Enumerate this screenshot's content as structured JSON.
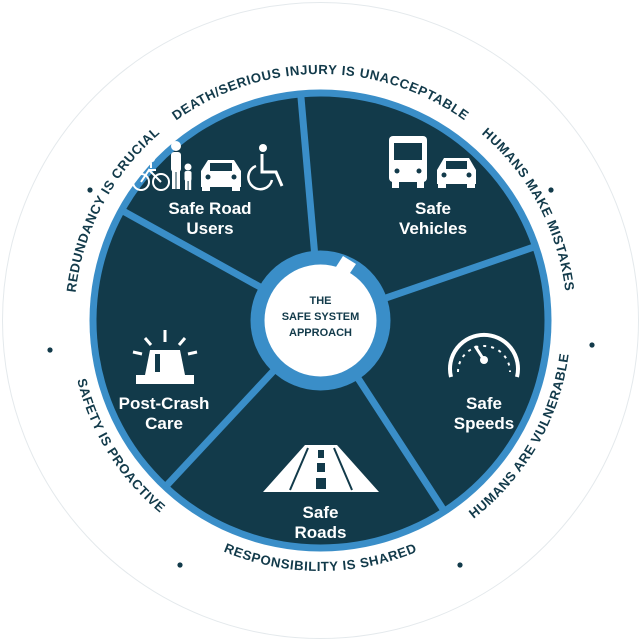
{
  "center": {
    "lines": [
      "THE",
      "SAFE SYSTEM",
      "APPROACH"
    ]
  },
  "segments": [
    {
      "lines": [
        "Safe Road",
        "Users"
      ]
    },
    {
      "lines": [
        "Safe",
        "Vehicles"
      ]
    },
    {
      "lines": [
        "Safe",
        "Speeds"
      ]
    },
    {
      "lines": [
        "Safe",
        "Roads"
      ]
    },
    {
      "lines": [
        "Post-Crash",
        "Care"
      ]
    }
  ],
  "principles": [
    "DEATH/SERIOUS INJURY IS UNACCEPTABLE",
    "HUMANS MAKE MISTAKES",
    "HUMANS ARE VULNERABLE",
    "RESPONSIBILITY IS SHARED",
    "SAFETY IS PROACTIVE",
    "REDUNDANCY IS CRUCIAL"
  ],
  "colors": {
    "segment_fill": "#123a4a",
    "divider_blue": "#3a8ec8",
    "ring_background": "#ffffff",
    "ring_text": "#123a4a",
    "icon": "#ffffff"
  },
  "icons": [
    "bicycle-icon",
    "pedestrians-icon",
    "car-icon",
    "wheelchair-icon",
    "bus-icon",
    "car-icon",
    "speedometer-icon",
    "road-icon",
    "siren-light-icon"
  ]
}
